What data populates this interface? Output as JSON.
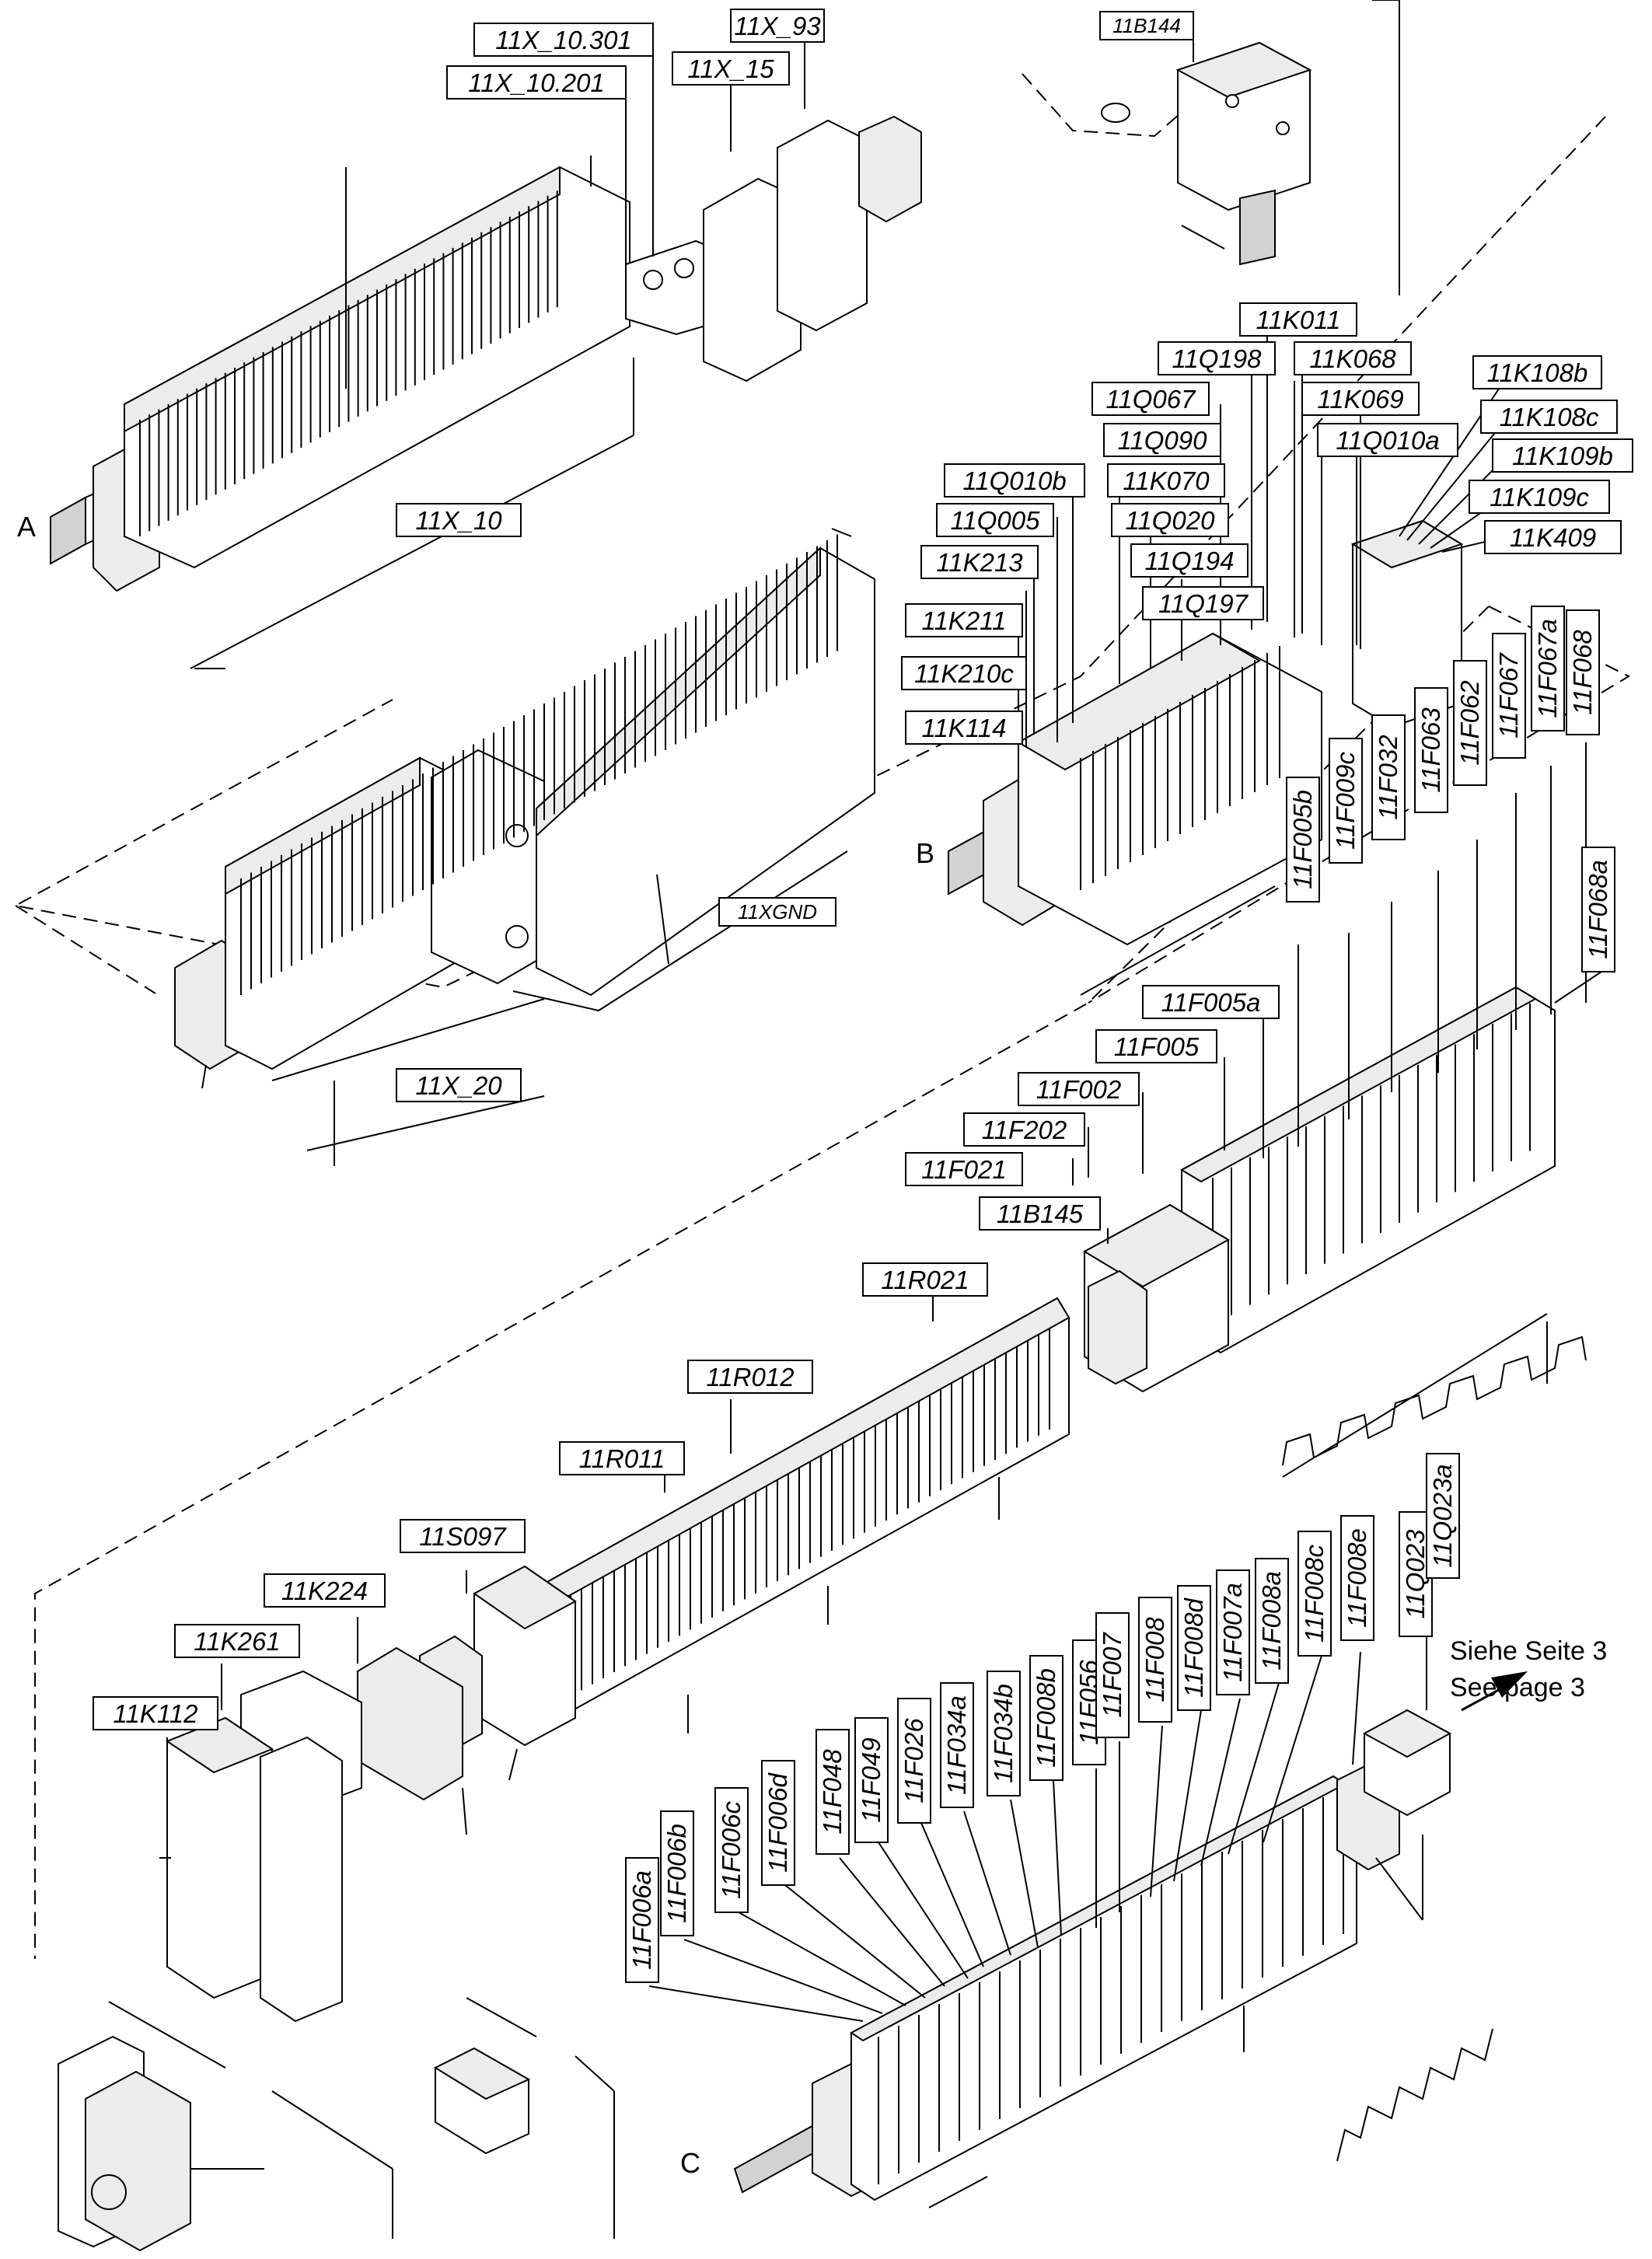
{
  "labels": {
    "x10_301": "11X_10.301",
    "x10_201": "11X_10.201",
    "x93": "11X_93",
    "x15": "11X_15",
    "b144": "11B144",
    "x10": "11X_10",
    "k011": "11K011",
    "q198": "11Q198",
    "k068": "11K068",
    "q067": "11Q067",
    "k069": "11K069",
    "q090": "11Q090",
    "q010a": "11Q010a",
    "k070": "11K070",
    "q010b": "11Q010b",
    "q005": "11Q005",
    "q020": "11Q020",
    "k213": "11K213",
    "q194": "11Q194",
    "q197": "11Q197",
    "k211": "11K211",
    "k210c": "11K210c",
    "k114": "11K114",
    "k108b": "11K108b",
    "k108c": "11K108c",
    "k109b": "11K109b",
    "k109c": "11K109c",
    "k409": "11K409",
    "xgnd": "11XGND",
    "x20": "11X_20",
    "f005b": "11F005b",
    "f009c": "11F009c",
    "f032": "11F032",
    "f063": "11F063",
    "f062": "11F062",
    "f067": "11F067",
    "f067a": "11F067a",
    "f068": "11F068",
    "f068a": "11F068a",
    "f005a": "11F005a",
    "f005": "11F005",
    "f002": "11F002",
    "f202": "11F202",
    "f021": "11F021",
    "b145": "11B145",
    "r021": "11R021",
    "r012": "11R012",
    "r011": "11R011",
    "s097": "11S097",
    "k224": "11K224",
    "k261": "11K261",
    "k112": "11K112",
    "f006a": "11F006a",
    "f006b": "11F006b",
    "f006c": "11F006c",
    "f006d": "11F006d",
    "f048": "11F048",
    "f049": "11F049",
    "f026": "11F026",
    "f034a": "11F034a",
    "f034b": "11F034b",
    "f008b": "11F008b",
    "f056": "11F056",
    "f007": "11F007",
    "f008": "11F008",
    "f008d": "11F008d",
    "f007a": "11F007a",
    "f008a": "11F008a",
    "f008c": "11F008c",
    "f008e": "11F008e",
    "q023": "11Q023",
    "q023a": "11Q023a"
  },
  "section_letters": {
    "a": "A",
    "b": "B",
    "c": "C"
  },
  "note": {
    "line1": "Siehe Seite 3",
    "line2": "See page 3"
  }
}
